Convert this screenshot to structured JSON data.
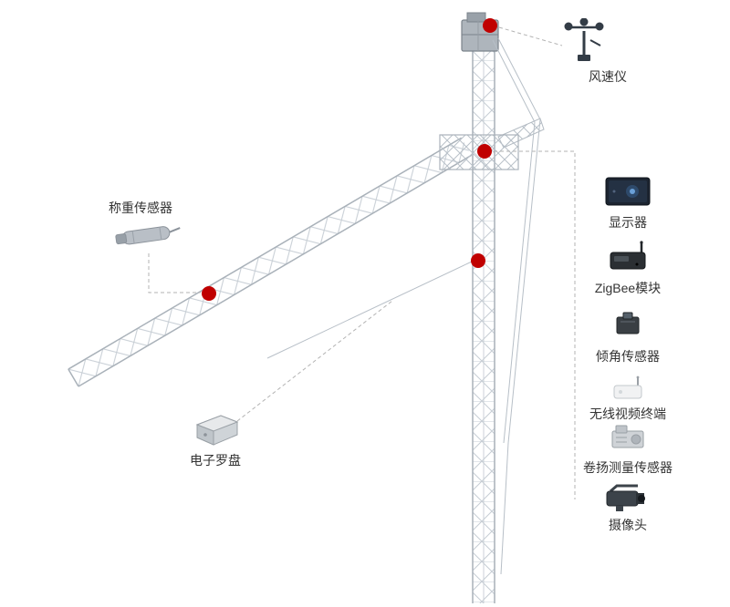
{
  "colors": {
    "marker": "#c00000",
    "dash": "#b3b3b3",
    "text": "#333333",
    "crane": "#b4bcc4"
  },
  "callouts": {
    "anemometer": {
      "icon": "anemometer-icon",
      "label": "风速仪"
    },
    "load_sensor": {
      "icon": "load-pin-sensor-icon",
      "label": "称重传感器"
    },
    "compass": {
      "icon": "electronic-compass-icon",
      "label": "电子罗盘"
    }
  },
  "right_panel": {
    "items": [
      {
        "id": "display",
        "icon": "display-icon",
        "label": "显示器"
      },
      {
        "id": "zigbee-module",
        "icon": "zigbee-module-icon",
        "label": "ZigBee模块"
      },
      {
        "id": "tilt-sensor",
        "icon": "tilt-sensor-icon",
        "label": "倾角传感器"
      },
      {
        "id": "video-terminal",
        "icon": "video-terminal-icon",
        "label": "无线视频终端"
      },
      {
        "id": "hoist-sensor",
        "icon": "hoist-sensor-icon",
        "label": "卷扬测量传感器"
      },
      {
        "id": "camera",
        "icon": "camera-icon",
        "label": "摄像头"
      }
    ]
  }
}
